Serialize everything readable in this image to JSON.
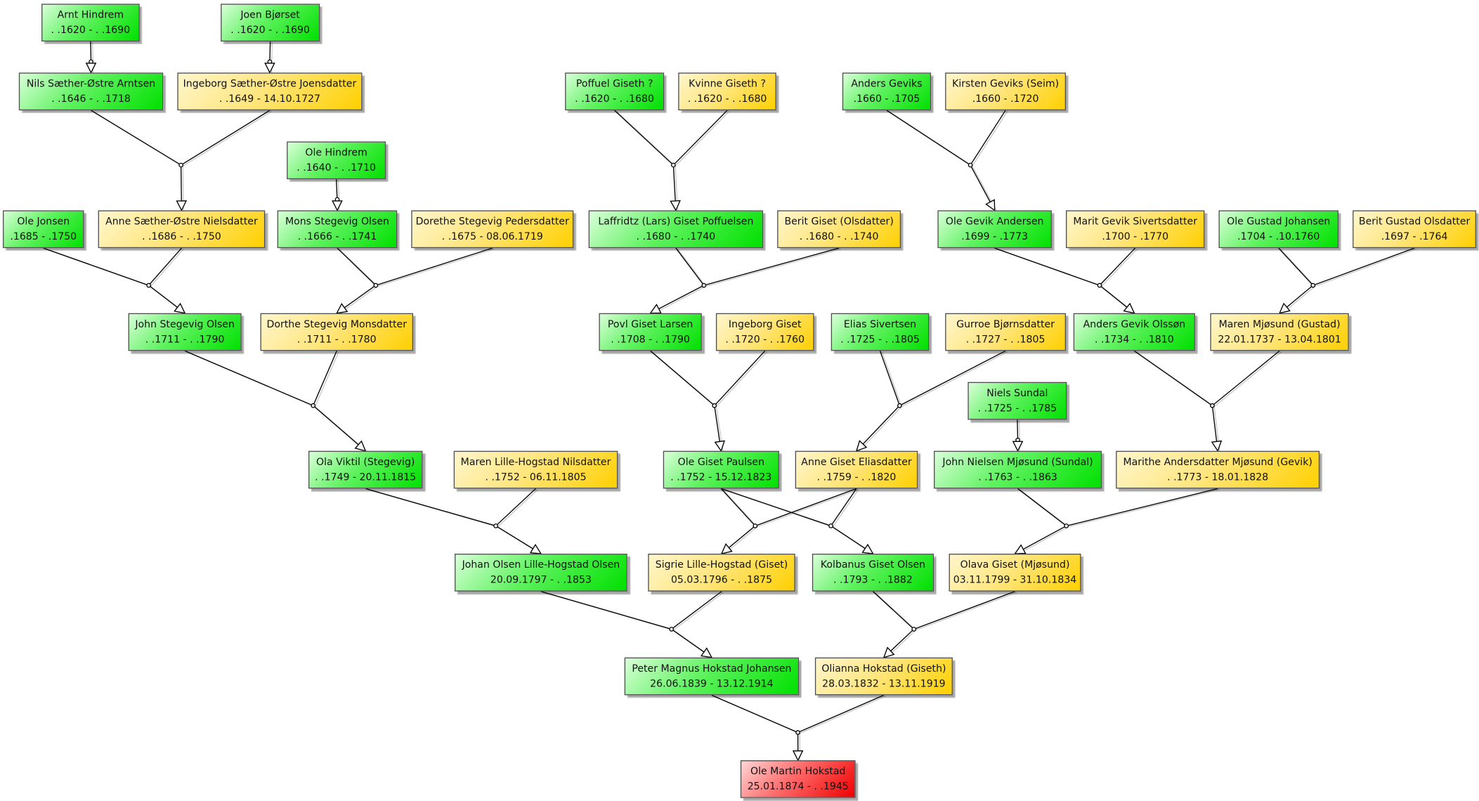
{
  "colors": {
    "male": "#22e322",
    "female": "#ffd83a",
    "root": "#f03a3a",
    "line": "#000000"
  },
  "people": [
    {
      "id": "arnt",
      "name": "Arnt Hindrem",
      "dates": ".  .1620 - .  .1690",
      "sex": "male"
    },
    {
      "id": "joen",
      "name": "Joen Bjørset",
      "dates": ".  .1620 - .  .1690",
      "sex": "male"
    },
    {
      "id": "nils",
      "name": "Nils Sæther-Østre Arntsen",
      "dates": ".  .1646 - .  .1718",
      "sex": "male"
    },
    {
      "id": "ingeborgS",
      "name": "Ingeborg Sæther-Østre Joensdatter",
      "dates": ".  .1649 - 14.10.1727",
      "sex": "female"
    },
    {
      "id": "poffuel",
      "name": "Poffuel Giseth ?",
      "dates": ".  .1620 - .  .1680",
      "sex": "male"
    },
    {
      "id": "kvinne",
      "name": "Kvinne Giseth ?",
      "dates": ".  .1620 - .  .1680",
      "sex": "female"
    },
    {
      "id": "anders",
      "name": "Anders Geviks",
      "dates": ".1660 - .1705",
      "sex": "male"
    },
    {
      "id": "kirsten",
      "name": "Kirsten Geviks (Seim)",
      "dates": ".1660 - .1720",
      "sex": "female"
    },
    {
      "id": "oleh",
      "name": "Ole Hindrem",
      "dates": ".  .1640 - .  .1710",
      "sex": "male"
    },
    {
      "id": "olej",
      "name": "Ole Jonsen",
      "dates": ".1685 - .1750",
      "sex": "male"
    },
    {
      "id": "anne",
      "name": "Anne Sæther-Østre Nielsdatter",
      "dates": ".  .1686 - .  .1750",
      "sex": "female"
    },
    {
      "id": "mons",
      "name": "Mons Stegevig Olsen",
      "dates": ".  .1666 - .  .1741",
      "sex": "male"
    },
    {
      "id": "dorethe",
      "name": "Dorethe Stegevig Pedersdatter",
      "dates": ".  .1675 - 08.06.1719",
      "sex": "female"
    },
    {
      "id": "laffridtz",
      "name": "Laffridtz (Lars) Giset Poffuelsen",
      "dates": ".  .1680 - .  .1740",
      "sex": "male"
    },
    {
      "id": "berit",
      "name": "Berit Giset (Olsdatter)",
      "dates": ".  .1680 - .  .1740",
      "sex": "female"
    },
    {
      "id": "oleg",
      "name": "Ole Gevik Andersen",
      "dates": ".1699 - .1773",
      "sex": "male"
    },
    {
      "id": "marit",
      "name": "Marit Gevik Sivertsdatter",
      "dates": ".1700 - .1770",
      "sex": "female"
    },
    {
      "id": "olegu",
      "name": "Ole Gustad Johansen",
      "dates": ".1704 - .10.1760",
      "sex": "male"
    },
    {
      "id": "beritg",
      "name": "Berit Gustad Olsdatter",
      "dates": ".1697 - .1764",
      "sex": "female"
    },
    {
      "id": "john",
      "name": "John Stegevig Olsen",
      "dates": ".  .1711 - .  .1790",
      "sex": "male"
    },
    {
      "id": "dorthe",
      "name": "Dorthe Stegevig Monsdatter",
      "dates": ".  .1711 - .  .1780",
      "sex": "female"
    },
    {
      "id": "povl",
      "name": "Povl Giset Larsen",
      "dates": ".  .1708 - .  .1790",
      "sex": "male"
    },
    {
      "id": "ingeborgG",
      "name": "Ingeborg Giset",
      "dates": ".  .1720 - .  .1760",
      "sex": "female"
    },
    {
      "id": "elias",
      "name": "Elias Sivertsen",
      "dates": ".  .1725 - .  .1805",
      "sex": "male"
    },
    {
      "id": "gurroe",
      "name": "Gurroe Bjørnsdatter",
      "dates": ".  .1727 - .  .1805",
      "sex": "female"
    },
    {
      "id": "andersg",
      "name": "Anders Gevik Olssøn",
      "dates": ".  .1734 - .  .1810",
      "sex": "male"
    },
    {
      "id": "maren",
      "name": "Maren Mjøsund (Gustad)",
      "dates": "22.01.1737 - 13.04.1801",
      "sex": "female"
    },
    {
      "id": "niels",
      "name": "Niels Sundal",
      "dates": ".  .1725 - .  .1785",
      "sex": "male"
    },
    {
      "id": "ola",
      "name": "Ola Viktil (Stegevig)",
      "dates": ".  .1749 - 20.11.1815",
      "sex": "male"
    },
    {
      "id": "marenl",
      "name": "Maren Lille-Hogstad Nilsdatter",
      "dates": ".  .1752 - 06.11.1805",
      "sex": "female"
    },
    {
      "id": "olegp",
      "name": "Ole Giset Paulsen",
      "dates": ".  .1752 - 15.12.1823",
      "sex": "male"
    },
    {
      "id": "anneg",
      "name": "Anne Giset Eliasdatter",
      "dates": ".  .1759 - .  .1820",
      "sex": "female"
    },
    {
      "id": "johnn",
      "name": "John Nielsen Mjøsund (Sundal)",
      "dates": ".  .1763 - .  .1863",
      "sex": "male"
    },
    {
      "id": "marithe",
      "name": "Marithe Andersdatter Mjøsund (Gevik)",
      "dates": ".  .1773 - 18.01.1828",
      "sex": "female"
    },
    {
      "id": "johan",
      "name": "Johan Olsen Lille-Hogstad Olsen",
      "dates": "20.09.1797 - .  .1853",
      "sex": "male"
    },
    {
      "id": "sigrie",
      "name": "Sigrie Lille-Hogstad (Giset)",
      "dates": "05.03.1796 - .  .1875",
      "sex": "female"
    },
    {
      "id": "kolbanus",
      "name": "Kolbanus Giset Olsen",
      "dates": ".  .1793 - .  .1882",
      "sex": "male"
    },
    {
      "id": "olava",
      "name": "Olava Giset (Mjøsund)",
      "dates": "03.11.1799 - 31.10.1834",
      "sex": "female"
    },
    {
      "id": "peter",
      "name": "Peter Magnus Hokstad Johansen",
      "dates": "26.06.1839 - 13.12.1914",
      "sex": "male"
    },
    {
      "id": "olianna",
      "name": "Olianna Hokstad (Giseth)",
      "dates": "28.03.1832 - 13.11.1919",
      "sex": "female"
    },
    {
      "id": "olem",
      "name": "Ole Martin Hokstad",
      "dates": "25.01.1874 - .  .1945",
      "sex": "root"
    }
  ],
  "families": [
    {
      "parents": [
        "arnt"
      ],
      "child": "nils"
    },
    {
      "parents": [
        "joen"
      ],
      "child": "ingeborgS"
    },
    {
      "parents": [
        "nils",
        "ingeborgS"
      ],
      "child": "anne"
    },
    {
      "parents": [
        "poffuel",
        "kvinne"
      ],
      "child": "laffridtz"
    },
    {
      "parents": [
        "anders",
        "kirsten"
      ],
      "child": "oleg"
    },
    {
      "parents": [
        "oleh"
      ],
      "child": "mons"
    },
    {
      "parents": [
        "olej",
        "anne"
      ],
      "child": "john"
    },
    {
      "parents": [
        "mons",
        "dorethe"
      ],
      "child": "dorthe"
    },
    {
      "parents": [
        "laffridtz",
        "berit"
      ],
      "child": "povl"
    },
    {
      "parents": [
        "oleg",
        "marit"
      ],
      "child": "andersg"
    },
    {
      "parents": [
        "olegu",
        "beritg"
      ],
      "child": "maren"
    },
    {
      "parents": [
        "john",
        "dorthe"
      ],
      "child": "ola"
    },
    {
      "parents": [
        "povl",
        "ingeborgG"
      ],
      "child": "olegp"
    },
    {
      "parents": [
        "elias",
        "gurroe"
      ],
      "child": "anneg"
    },
    {
      "parents": [
        "andersg",
        "maren"
      ],
      "child": "marithe"
    },
    {
      "parents": [
        "niels"
      ],
      "child": "johnn"
    },
    {
      "parents": [
        "ola",
        "marenl"
      ],
      "child": "johan"
    },
    {
      "parents": [
        "olegp",
        "anneg"
      ],
      "child": "kolbanus"
    },
    {
      "parents": [
        "olegp",
        "anneg"
      ],
      "child": "sigrie"
    },
    {
      "parents": [
        "johnn",
        "marithe"
      ],
      "child": "olava"
    },
    {
      "parents": [
        "johan",
        "sigrie"
      ],
      "child": "peter"
    },
    {
      "parents": [
        "kolbanus",
        "olava"
      ],
      "child": "olianna"
    },
    {
      "parents": [
        "peter",
        "olianna"
      ],
      "child": "olem"
    }
  ]
}
